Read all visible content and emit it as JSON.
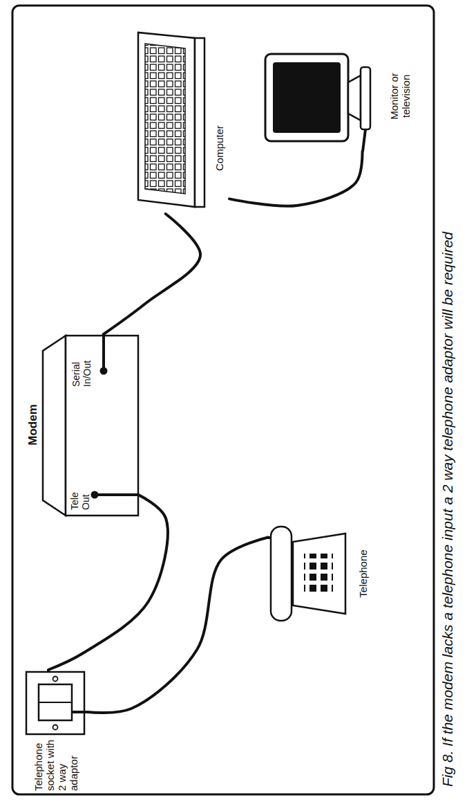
{
  "diagram": {
    "caption": "Fig 8. If the modem lacks a telephone input a 2 way telephone adaptor will be required",
    "nodes": [
      {
        "text": [
          "Modem"
        ]
      },
      {
        "text": [
          "Computer"
        ]
      },
      {
        "text": [
          "Monitor or television"
        ]
      },
      {
        "text": [
          "Telephone"
        ]
      },
      {
        "text": [
          "Telephone socket with 2 way adaptor"
        ]
      }
    ],
    "edges": [
      {
        "from": 0,
        "to": 4,
        "arrow": "none"
      },
      {
        "from": 1,
        "to": 0,
        "arrow": "none"
      },
      {
        "from": 3,
        "to": 4,
        "arrow": "none"
      },
      {
        "from": 1,
        "to": 2,
        "arrow": "none"
      }
    ],
    "labels": [
      "Tele Out",
      "Serial In/Out"
    ]
  }
}
